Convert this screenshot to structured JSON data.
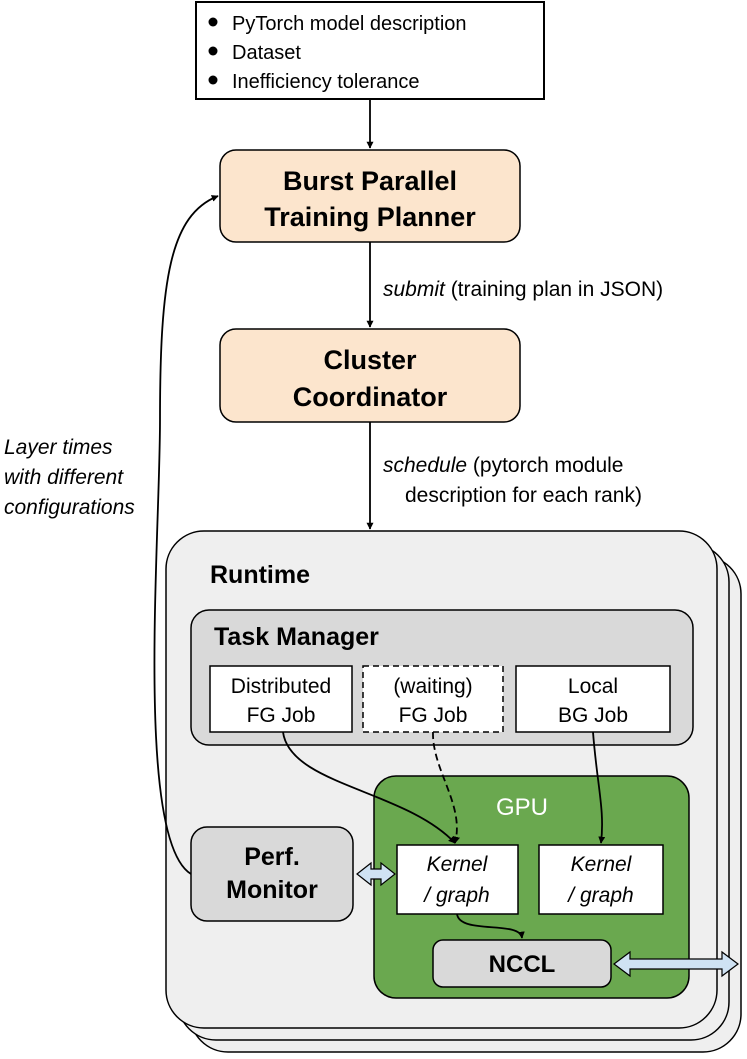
{
  "inputs": {
    "items": [
      "PyTorch model description",
      "Dataset",
      "Inefficiency tolerance"
    ]
  },
  "planner": {
    "line1": "Burst Parallel",
    "line2": "Training Planner"
  },
  "submit_label": {
    "verb": "submit",
    "rest": " (training plan in JSON)"
  },
  "coordinator": {
    "line1": "Cluster",
    "line2": "Coordinator"
  },
  "schedule_label": {
    "verb": "schedule",
    "rest": " (pytorch module",
    "line2": "description for each rank)"
  },
  "feedback_label": {
    "line1": "Layer times",
    "line2": "with different",
    "line3": "configurations"
  },
  "runtime": {
    "title": "Runtime"
  },
  "task_manager": {
    "title": "Task Manager",
    "jobs": [
      {
        "line1": "Distributed",
        "line2": "FG Job"
      },
      {
        "line1": "(waiting)",
        "line2": "FG Job"
      },
      {
        "line1": "Local",
        "line2": "BG Job"
      }
    ]
  },
  "gpu": {
    "title": "GPU",
    "kernels": [
      {
        "line1": "Kernel",
        "line2": "/ graph"
      },
      {
        "line1": "Kernel",
        "line2": "/ graph"
      }
    ],
    "nccl": "NCCL"
  },
  "perf_monitor": {
    "line1": "Perf.",
    "line2": "Monitor"
  },
  "colors": {
    "planner_fill": "#fce5cd",
    "runtime_fill": "#efefef",
    "task_manager_fill": "#d9d9d9",
    "gpu_fill": "#6aa84f",
    "gpu_text": "#ffffff",
    "arrow_fill": "#cfe2f3"
  }
}
